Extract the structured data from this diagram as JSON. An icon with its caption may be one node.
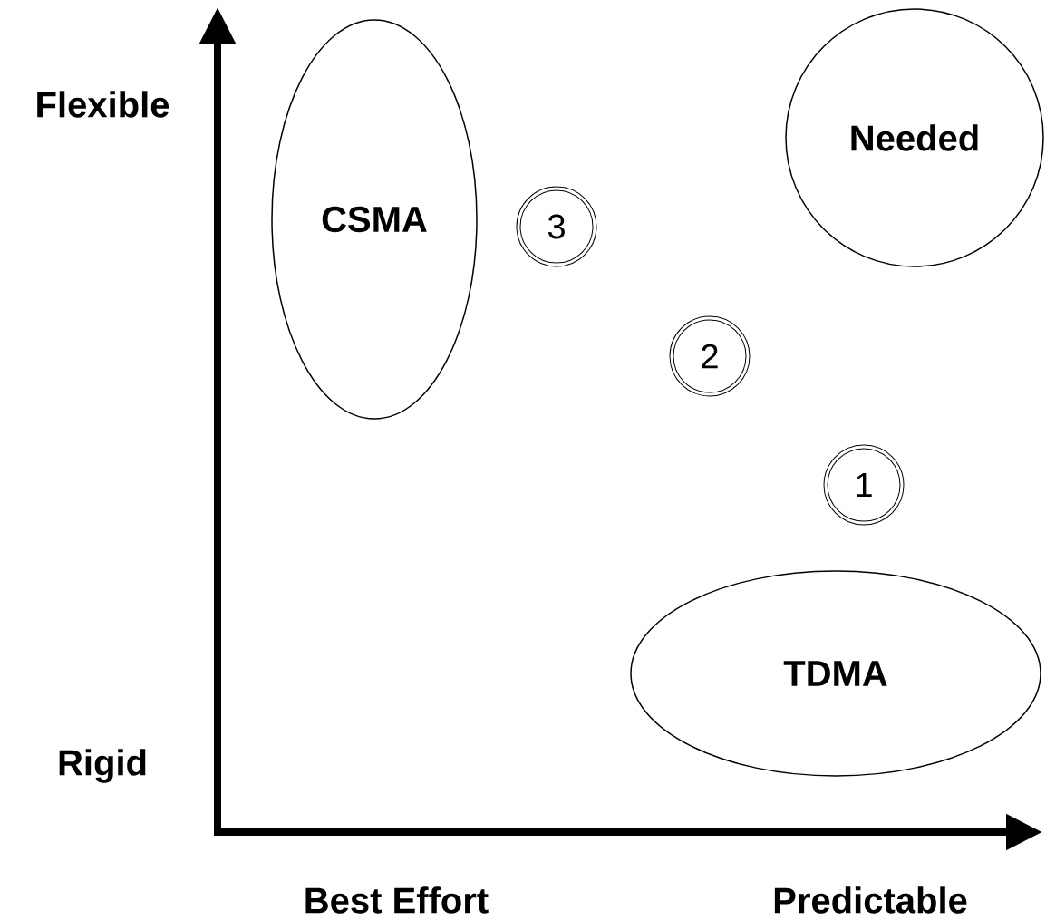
{
  "diagram": {
    "nodes": [
      {
        "text": [
          "CSMA"
        ]
      },
      {
        "text": [
          "Needed"
        ]
      },
      {
        "text": [
          "3"
        ]
      },
      {
        "text": [
          "2"
        ]
      },
      {
        "text": [
          "1"
        ]
      },
      {
        "text": [
          "TDMA"
        ]
      }
    ],
    "labels": [
      "Flexible",
      "Rigid",
      "Best Effort",
      "Predictable"
    ]
  }
}
